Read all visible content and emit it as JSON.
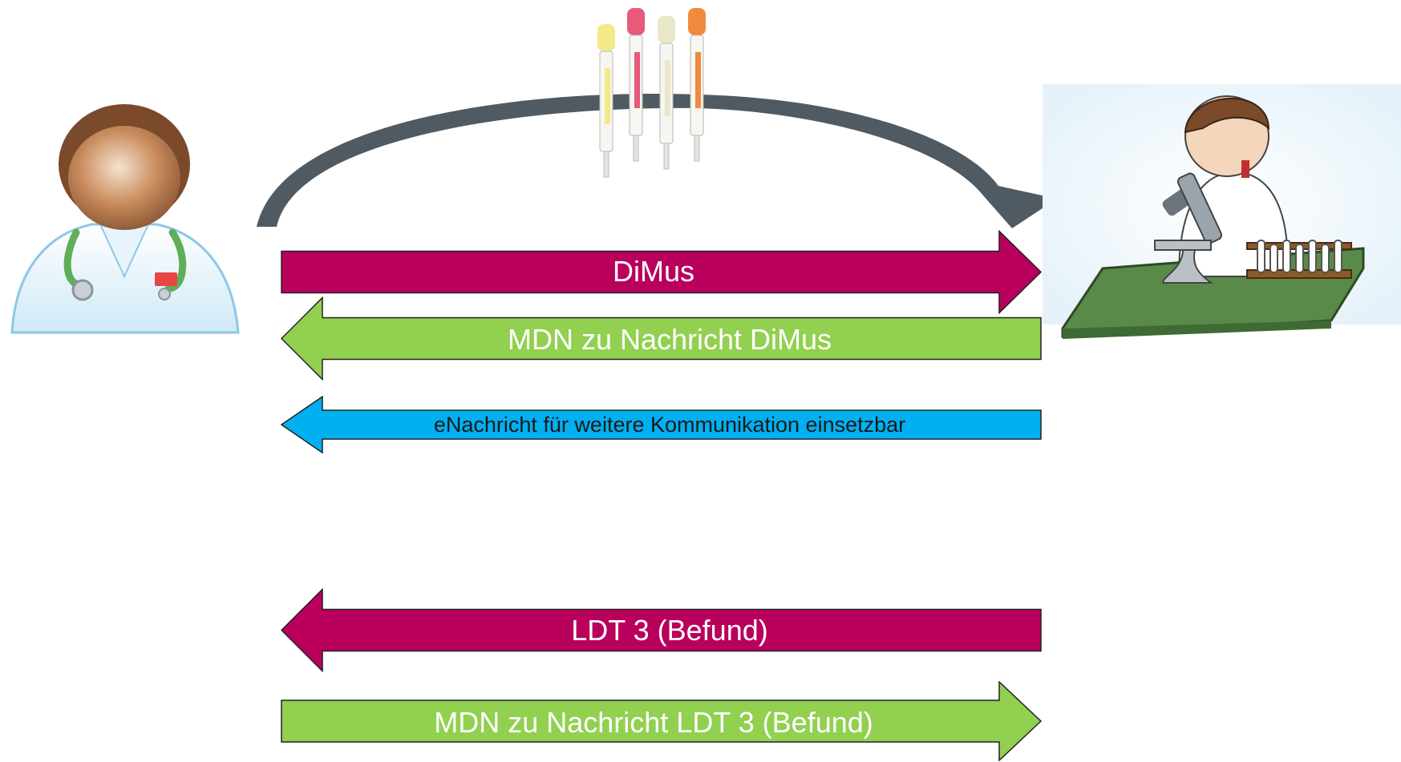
{
  "actors": {
    "left": {
      "icon": "doctor-icon"
    },
    "right": {
      "icon": "lab-scientist-microscope-icon"
    }
  },
  "transport": {
    "icon": "blood-sample-tubes-icon",
    "tube_colors": [
      "#f3e98a",
      "#e85a7a",
      "#eae6c8",
      "#f08a3c"
    ],
    "arc_color": "#505a62"
  },
  "messages": [
    {
      "text": "DiMus",
      "direction": "right",
      "color": "#b8005c",
      "text_color": "#ffffff"
    },
    {
      "text": "MDN zu Nachricht DiMus",
      "direction": "left",
      "color": "#92d050",
      "text_color": "#ffffff"
    },
    {
      "text": "eNachricht für weitere Kommunikation einsetzbar",
      "direction": "left",
      "color": "#00b0f0",
      "text_color": "#1a1a1a"
    },
    {
      "text": "LDT 3 (Befund)",
      "direction": "left",
      "color": "#b8005c",
      "text_color": "#ffffff"
    },
    {
      "text": "MDN zu Nachricht LDT 3 (Befund)",
      "direction": "right",
      "color": "#92d050",
      "text_color": "#ffffff"
    }
  ]
}
